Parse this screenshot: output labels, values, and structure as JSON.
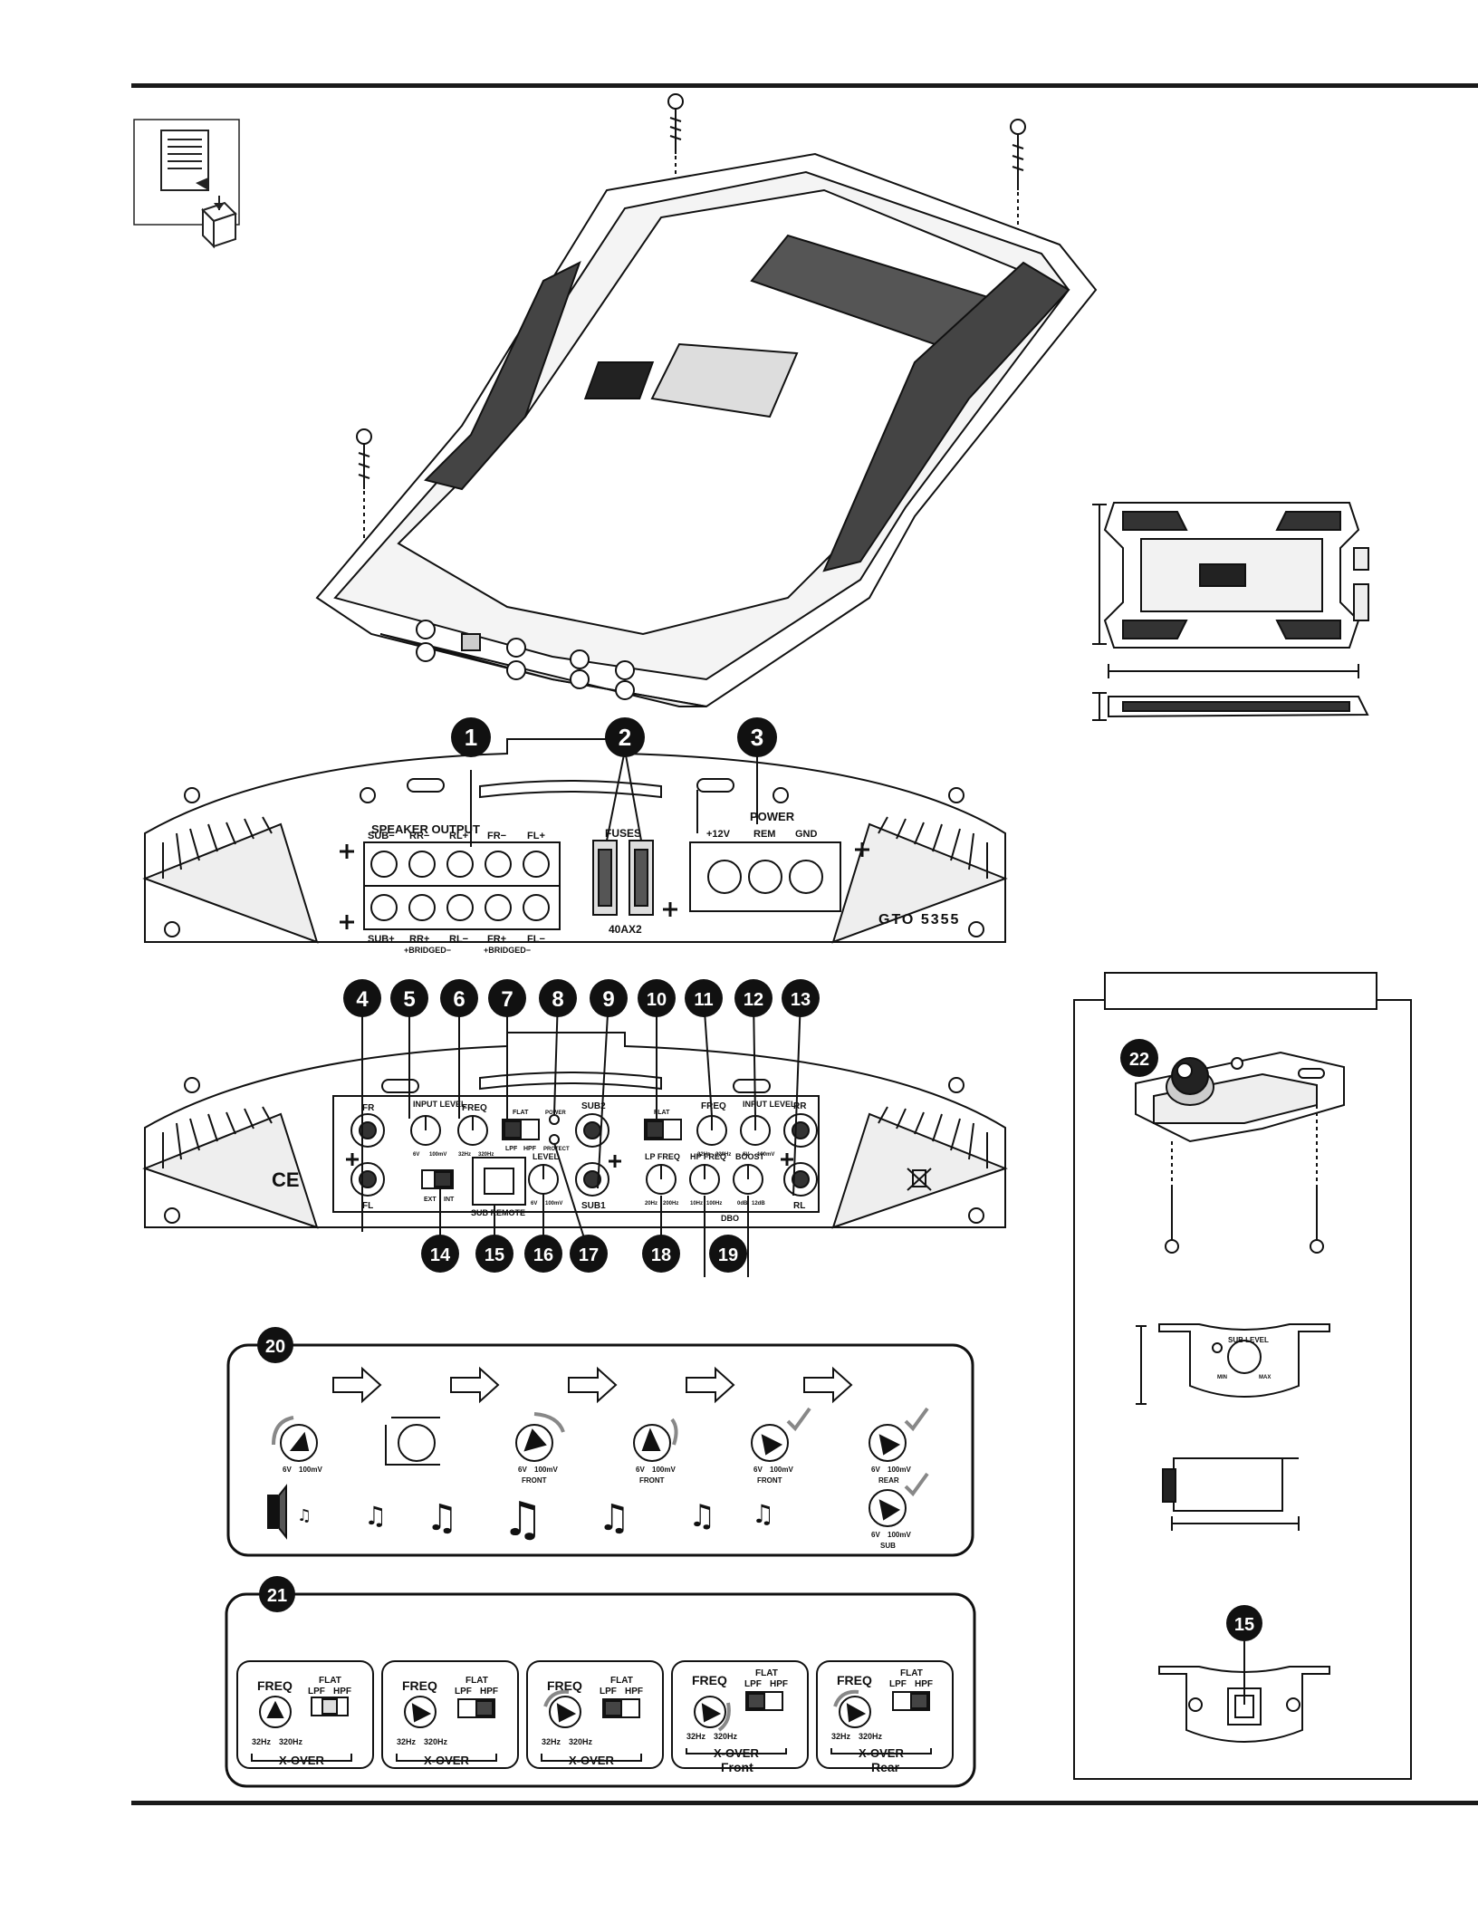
{
  "callouts": {
    "n1": "1",
    "n2": "2",
    "n3": "3",
    "n4": "4",
    "n5": "5",
    "n6": "6",
    "n7": "7",
    "n8": "8",
    "n9": "9",
    "n10": "10",
    "n11": "11",
    "n12": "12",
    "n13": "13",
    "n14": "14",
    "n15": "15",
    "n16": "16",
    "n17": "17",
    "n18": "18",
    "n19": "19",
    "n20": "20",
    "n21": "21",
    "n22": "22",
    "n15b": "15"
  },
  "top_panel": {
    "speaker_output": "SPEAKER OUTPUT",
    "top_row": [
      "SUB−",
      "RR−",
      "RL+",
      "FR−",
      "FL+"
    ],
    "bottom_row": [
      "SUB+",
      "RR+",
      "RL−",
      "FR+",
      "FL−"
    ],
    "bridged": "+BRIDGED−",
    "fuses": "FUSES",
    "fuse_rating": "40AX2",
    "power": "POWER",
    "power_terms": [
      "+12V",
      "REM",
      "GND"
    ],
    "model": "GTO 5355"
  },
  "bottom_panel": {
    "fr": "FR",
    "fl": "FL",
    "rr": "RR",
    "rl": "RL",
    "sub2": "SUB2",
    "sub1": "SUB1",
    "input_level": "INPUT LEVEL",
    "freq": "FREQ",
    "flat": "FLAT",
    "lpf": "LPF",
    "hpf": "HPF",
    "power": "POWER",
    "protect": "PROTECT",
    "level": "LEVEL",
    "lp_freq": "LP FREQ",
    "hp_freq": "HP FREQ",
    "boost": "BOOST",
    "sub_remote": "SUB REMOTE",
    "ext": "EXT",
    "int": "INT",
    "dbo": "DBO",
    "v6": "6V",
    "mv100": "100mV",
    "hz32": "32Hz",
    "hz320": "320Hz",
    "hz20": "20Hz",
    "hz200": "200Hz",
    "hz10": "10Hz",
    "hz100": "100Hz",
    "db0": "0dB",
    "db12": "12dB",
    "ce": "CE"
  },
  "step20": {
    "v6": "6V",
    "mv100": "100mV",
    "front": "FRONT",
    "rear": "REAR",
    "sub": "SUB"
  },
  "xover": {
    "freq": "FREQ",
    "flat": "FLAT",
    "lpf": "LPF",
    "hpf": "HPF",
    "hz32": "32Hz",
    "hz320": "320Hz",
    "x_over": "X-OVER",
    "front": "Front",
    "rear": "Rear"
  },
  "remote": {
    "sub_level": "SUB LEVEL",
    "min": "MIN",
    "max": "MAX"
  }
}
